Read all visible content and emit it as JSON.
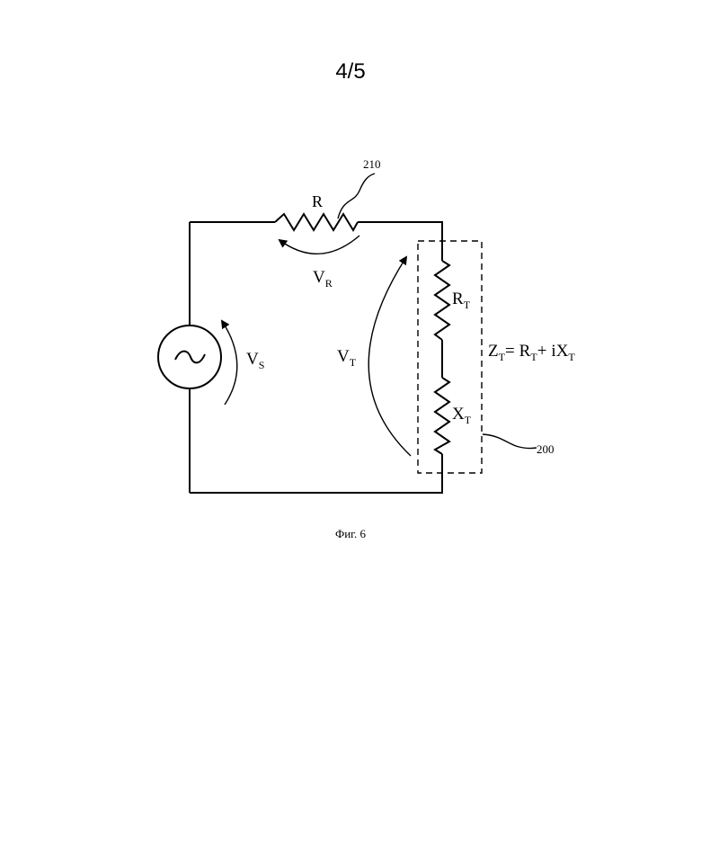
{
  "page": {
    "number": "4/5"
  },
  "figure": {
    "caption": "Фиг. 6",
    "labels": {
      "resistor": "R",
      "resistor_ref": "210",
      "v_r_main": "V",
      "v_r_sub": "R",
      "v_s_main": "V",
      "v_s_sub": "S",
      "v_t_main": "V",
      "v_t_sub": "T",
      "r_t_main": "R",
      "r_t_sub": "T",
      "x_t_main": "X",
      "x_t_sub": "T",
      "z_t_main": "Z",
      "z_t_sub": "T",
      "eq_sign": "=",
      "eq_r_main": "R",
      "eq_r_sub": "T",
      "eq_plus": "+",
      "eq_ix_main": "iX",
      "eq_ix_sub": "T",
      "load_ref": "200",
      "source_symbol": "~"
    }
  }
}
